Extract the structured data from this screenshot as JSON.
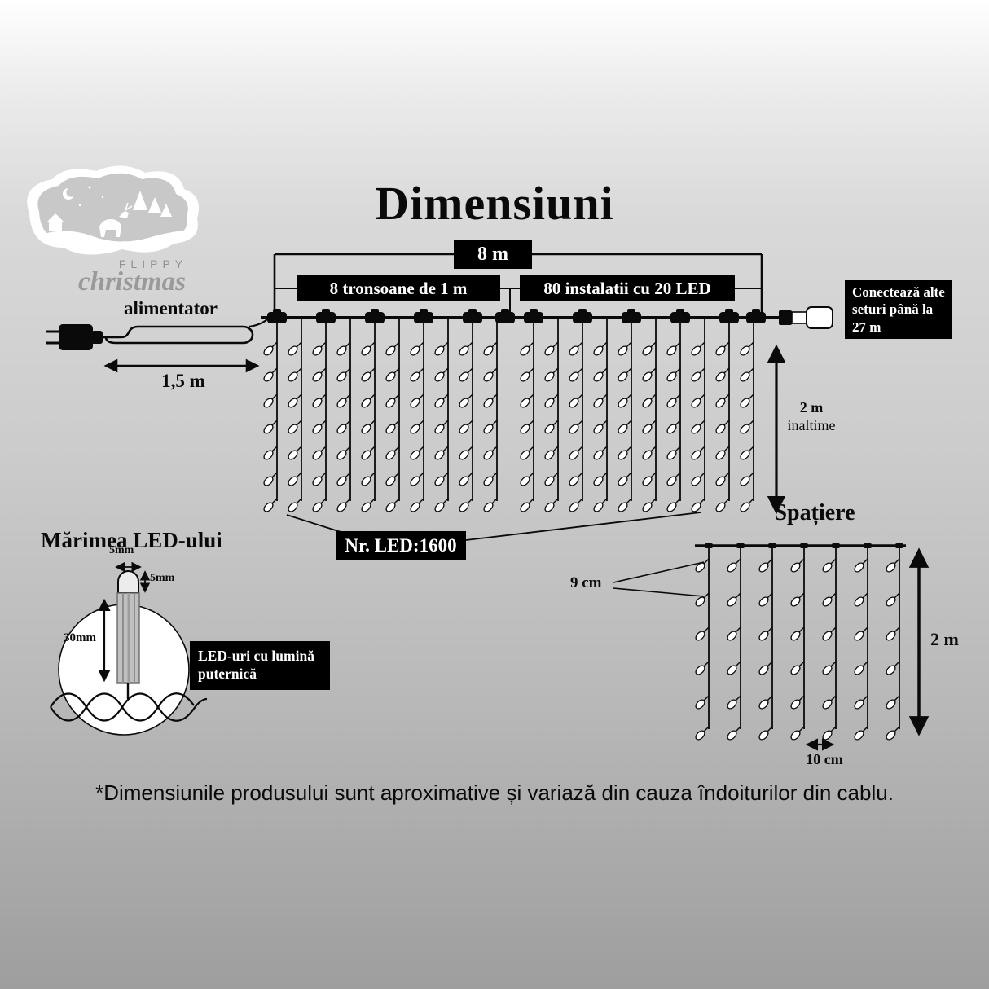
{
  "title": "Dimensiuni",
  "logo": {
    "brand": "FLIPPY",
    "brand_script": "christmas"
  },
  "diagram": {
    "total_width": "8 m",
    "sections_label": "8 tronsoane de 1 m",
    "installations_label": "80 instalatii cu 20 LED",
    "power_label": "alimentator",
    "power_cable_length": "1,5 m",
    "connect_note": "Conectează alte seturi până la 27 m",
    "height_value": "2 m",
    "height_word": "inaltime",
    "led_total": "Nr. LED:1600"
  },
  "spacing": {
    "title": "Spațiere",
    "vertical_gap": "9 cm",
    "height": "2 m",
    "horizontal_gap": "10 cm"
  },
  "led_size": {
    "title": "Mărimea LED-ului",
    "cap_width": "5mm",
    "cap_height": "5mm",
    "body_height": "30mm",
    "note": "LED-uri cu lumină puternică"
  },
  "footnote": "*Dimensiunile produsului sunt aproximative și variază din cauza îndoiturilor din cablu.",
  "colors": {
    "label_bg": "#000000",
    "label_text": "#ffffff",
    "line": "#0a0a0a"
  }
}
